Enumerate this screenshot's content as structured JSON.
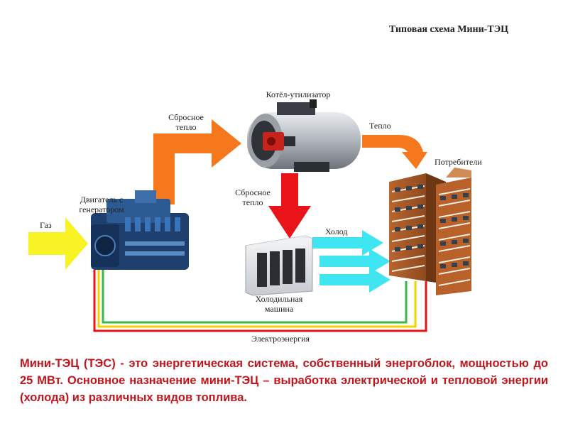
{
  "title": "Типовая схема Мини-ТЭЦ",
  "nodes": {
    "boiler": "Котёл-утилизатор",
    "engine_line1": "Двигатель с",
    "engine_line2": "генератором",
    "consumers": "Потребители",
    "chiller_line1": "Холодильная",
    "chiller_line2": "машина"
  },
  "flows": {
    "gas": "Газ",
    "exhaust_heat_1_line1": "Сбросное",
    "exhaust_heat_1_line2": "тепло",
    "exhaust_heat_2_line1": "Сбросное",
    "exhaust_heat_2_line2": "тепло",
    "heat": "Тепло",
    "cold": "Холод",
    "electricity": "Электроэнергия"
  },
  "description": "Мини-ТЭЦ (ТЭС) - это энергетическая система, собственный энергоблок, мощностью до 25 МВт. Основное назначение мини-ТЭЦ – выработка электрической и тепловой энергии (холода) из различных видов топлива.",
  "colors": {
    "gas_arrow": "#f7f325",
    "exhaust_arrow": "#f6781d",
    "red_arrow": "#e8141a",
    "cold_arrow": "#3fe6f2",
    "description_text": "#c0161d",
    "electric_lines": [
      "#e8141a",
      "#f2d300",
      "#3cb54a"
    ]
  },
  "icons": [
    "engine-generator-icon",
    "boiler-icon",
    "chiller-icon",
    "building-icon"
  ]
}
